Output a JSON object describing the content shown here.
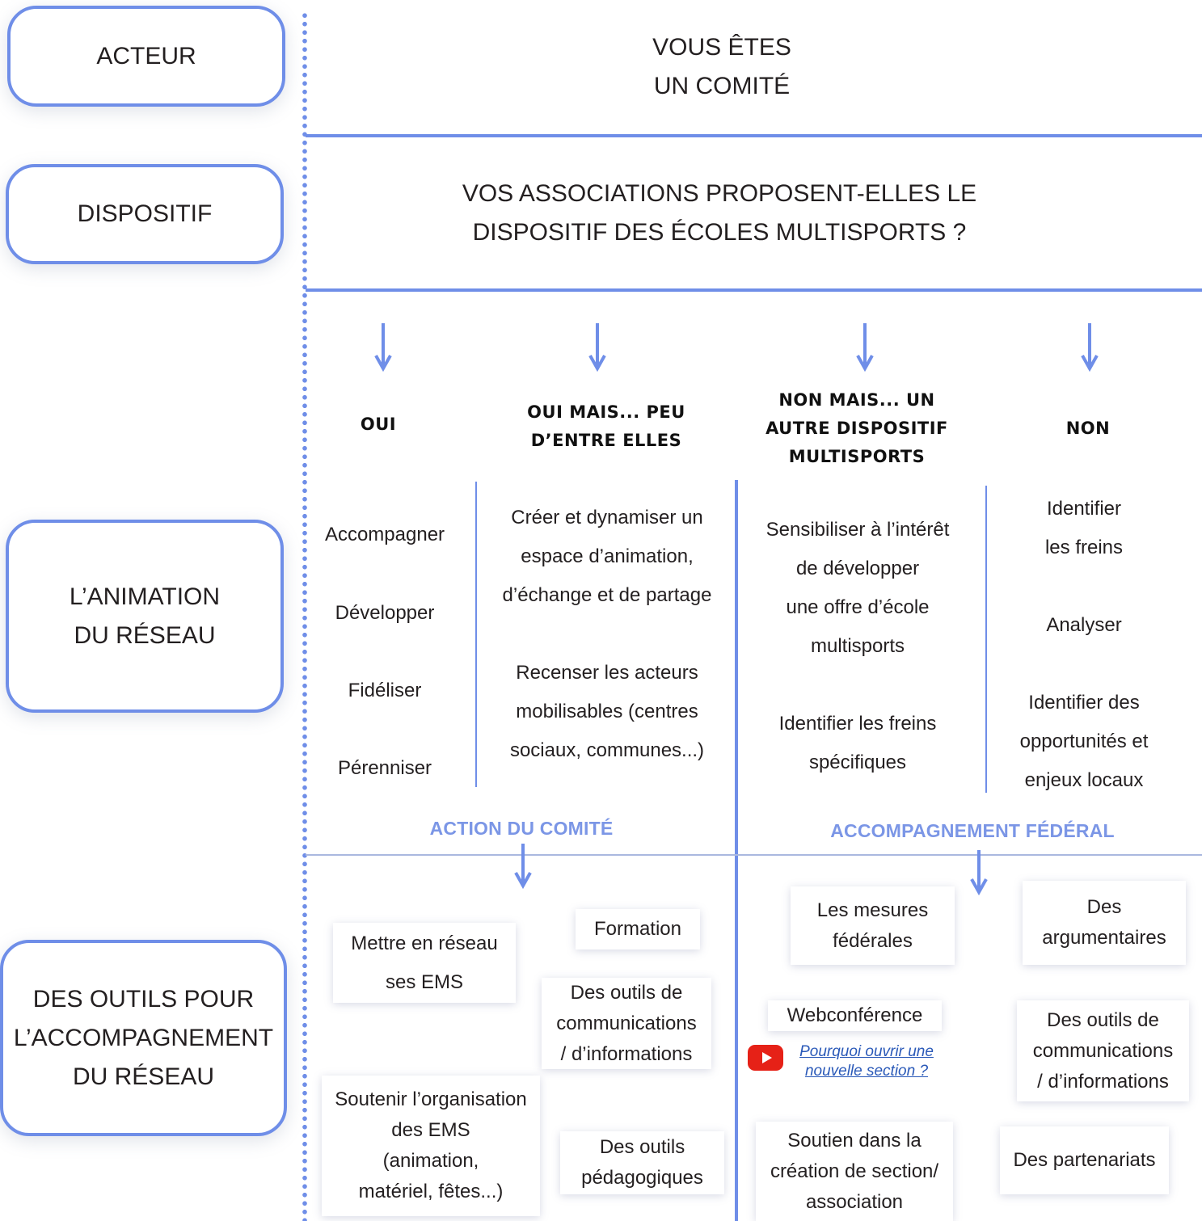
{
  "left_labels": {
    "actor": "ACTEUR",
    "device": "DISPOSITIF",
    "animation": [
      "L’ANIMATION",
      "DU RÉSEAU"
    ],
    "tools": [
      "DES OUTILS POUR",
      "L’ACCOMPAGNEMENT",
      "DU RÉSEAU"
    ]
  },
  "header": {
    "actor_value": [
      "VOUS ÊTES",
      "UN COMITÉ"
    ],
    "question": [
      "VOS ASSOCIATIONS PROPOSENT-ELLES LE",
      "DISPOSITIF DES ÉCOLES MULTISPORTS ?"
    ]
  },
  "columns": [
    {
      "title": [
        "OUI"
      ],
      "items": [
        "Accompagner",
        "Développer",
        "Fidéliser",
        "Pérenniser"
      ]
    },
    {
      "title": [
        "OUI MAIS... PEU",
        "D’ENTRE ELLES"
      ],
      "items": [
        "Créer et dynamiser un",
        "espace d’animation,",
        "d’échange et de partage",
        "Recenser les acteurs",
        "mobilisables (centres",
        "sociaux, communes...)"
      ]
    },
    {
      "title": [
        "NON MAIS... UN",
        "AUTRE DISPOSITIF",
        "MULTISPORTS"
      ],
      "items": [
        "Sensibiliser à l’intérêt",
        "de développer",
        "une offre d’école",
        "multisports",
        "Identifier les freins",
        "spécifiques"
      ]
    },
    {
      "title": [
        "NON"
      ],
      "items": [
        "Identifier",
        "les freins",
        "Analyser",
        "Identifier des",
        "opportunités et",
        "enjeux locaux"
      ]
    }
  ],
  "sections": {
    "committee": "ACTION DU COMITÉ",
    "federal": "ACCOMPAGNEMENT FÉDÉRAL"
  },
  "committee_tools": {
    "network": [
      "Mettre en réseau",
      "ses EMS"
    ],
    "training": [
      "Formation"
    ],
    "communication": [
      "Des outils de",
      "communications",
      "/ d’informations"
    ],
    "support": [
      "Soutenir l’organisation",
      "des EMS",
      "(animation,",
      "matériel, fêtes...)"
    ],
    "pedagogy": [
      "Des outils",
      "pédagogiques"
    ]
  },
  "federal_tools": {
    "measures": [
      "Les mesures",
      "fédérales"
    ],
    "arguments": [
      "Des",
      "argumentaires"
    ],
    "webconference": [
      "Webconférence"
    ],
    "video_link": [
      "Pourquoi ouvrir une ",
      "nouvelle section ?"
    ],
    "communication": [
      "Des outils de",
      "communications",
      "/ d’informations"
    ],
    "creation": [
      "Soutien dans la",
      "création de section/",
      "association"
    ],
    "partnerships": [
      "Des partenariats"
    ]
  },
  "colors": {
    "accent": "#6f8ee8",
    "section_label": "#7b96e6",
    "youtube": "#e62117",
    "link": "#2a59b8"
  },
  "icons": {
    "video": "youtube-play-icon",
    "arrow": "down-arrow-icon"
  }
}
